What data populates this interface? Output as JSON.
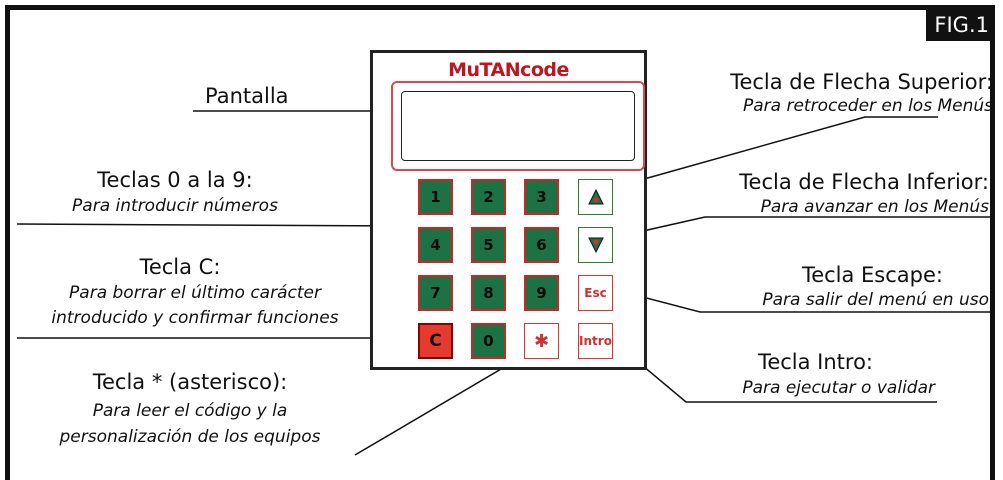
{
  "figure": {
    "label": "FIG.1"
  },
  "device": {
    "brand": {
      "part1": "MuTAN",
      "part2": "code"
    },
    "keys": {
      "k1": "1",
      "k2": "2",
      "k3": "3",
      "k4": "4",
      "k5": "5",
      "k6": "6",
      "k7": "7",
      "k8": "8",
      "k9": "9",
      "kC": "C",
      "k0": "0",
      "kStar": "✱",
      "kEsc": "Esc",
      "kIntro": "Intro"
    }
  },
  "annotations": {
    "pantalla": {
      "title": "Pantalla"
    },
    "teclas_numeros": {
      "title": "Teclas 0 a la 9:",
      "desc": "Para introducir números"
    },
    "tecla_c": {
      "title": "Tecla C:",
      "desc_line1": "Para borrar el último carácter",
      "desc_line2": "introducido y confirmar funciones"
    },
    "tecla_asterisco": {
      "title": "Tecla * (asterisco):",
      "desc_line1": "Para leer el código y la",
      "desc_line2": "personalización de los equipos"
    },
    "flecha_superior": {
      "title": "Tecla de Flecha Superior:",
      "desc": "Para retroceder en los Menús"
    },
    "flecha_inferior": {
      "title": "Tecla de Flecha Inferior:",
      "desc": "Para avanzar en los Menús"
    },
    "tecla_escape": {
      "title": "Tecla Escape:",
      "desc": "Para salir del menú en uso"
    },
    "tecla_intro": {
      "title": "Tecla Intro:",
      "desc": "Para ejecutar o validar"
    }
  }
}
